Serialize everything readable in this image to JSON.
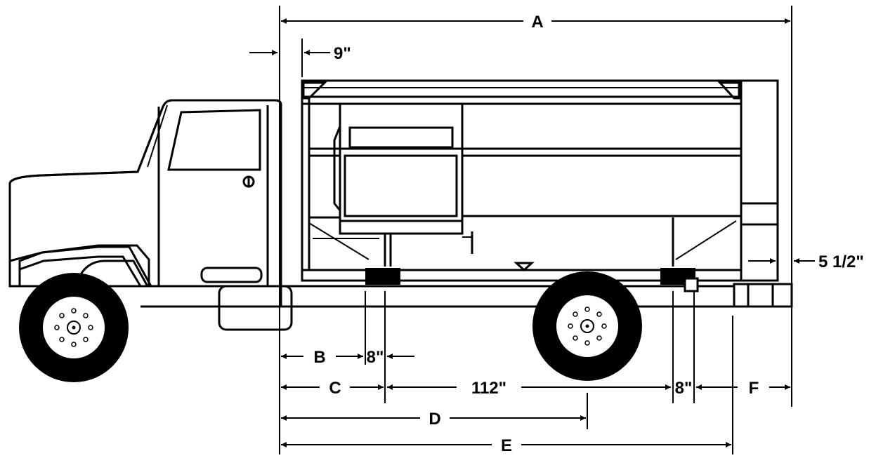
{
  "labels": {
    "A": "A",
    "B": "B",
    "C": "C",
    "D": "D",
    "E": "E",
    "F": "F",
    "nine": "9\"",
    "eight_left": "8\"",
    "eight_right": "8\"",
    "one_twelve": "112\"",
    "five_half": "5 1/2\""
  }
}
